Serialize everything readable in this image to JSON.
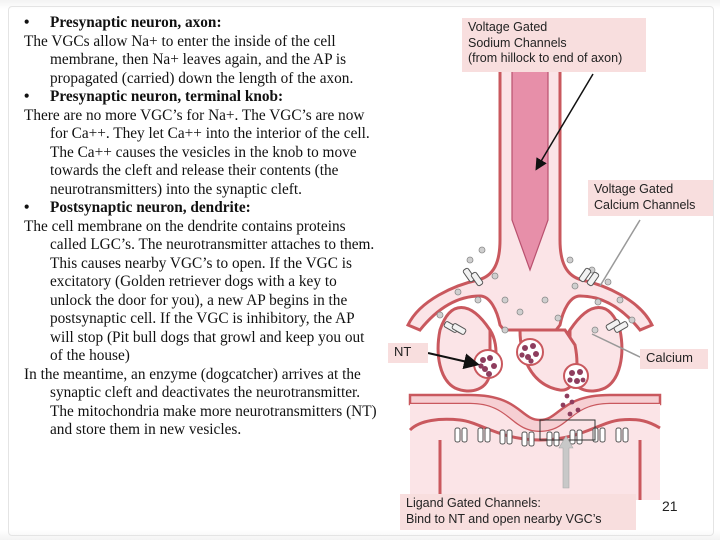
{
  "paragraphs": [
    {
      "type": "bullet",
      "bullet": "•",
      "text": "Presynaptic neuron, axon:"
    },
    {
      "type": "body",
      "text": "The VGCs allow Na+ to enter the inside of the cell membrane, then Na+ leaves again, and the AP is propagated (carried) down the length of the axon."
    },
    {
      "type": "bullet",
      "bullet": "•",
      "text": "Presynaptic neuron, terminal knob:"
    },
    {
      "type": "body",
      "text": "There are no more VGC’s for Na+. The VGC’s are now for Ca++. They let Ca++ into the interior of the cell. The Ca++ causes the vesicles in the knob to move towards the cleft and release their contents (the neurotransmitters) into the synaptic cleft."
    },
    {
      "type": "bullet",
      "bullet": "•",
      "text": "Postsynaptic neuron, dendrite:"
    },
    {
      "type": "body",
      "text": "The cell membrane on the dendrite contains proteins called LGC’s. The neurotransmitter attaches to them. This causes nearby VGC’s to open. If the VGC is excitatory (Golden retriever dogs with a key to unlock the door for you), a new AP begins in the postsynaptic cell. If the VGC is inhibitory, the AP will stop (Pit bull dogs that growl and keep you out of the house)"
    },
    {
      "type": "body",
      "text": "In the meantime, an enzyme (dogcatcher) arrives at the synaptic cleft and deactivates the neurotransmitter. The mitochondria make more neurotransmitters (NT) and store them in new vesicles."
    }
  ],
  "callouts": {
    "vgsc": {
      "line1": "Voltage Gated",
      "line2": "Sodium Channels",
      "line3": "(from hillock to end of axon)"
    },
    "vgcc": {
      "line1": "Voltage Gated",
      "line2": "Calcium Channels"
    },
    "nt": "NT",
    "calcium": "Calcium",
    "lgc": {
      "line1": "Ligand Gated Channels:",
      "line2": "Bind to NT and open nearby VGC’s"
    }
  },
  "page_number": "21",
  "colors": {
    "membrane": "#c9585e",
    "axon_fill": "#f6cfd3",
    "axon_inner": "#e78fa9",
    "vesicle": "#8e3d5e",
    "callout_bg": "#f8dede"
  }
}
